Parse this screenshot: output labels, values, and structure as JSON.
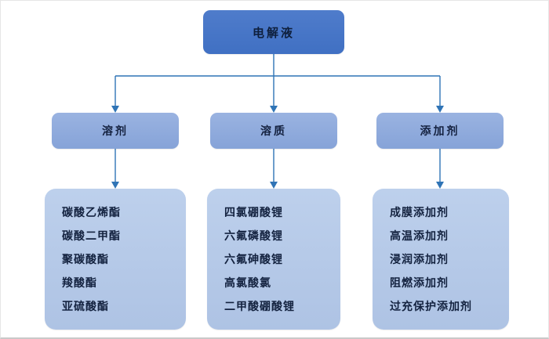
{
  "diagram": {
    "root": {
      "label": "电解液"
    },
    "branches": [
      {
        "label": "溶剂",
        "items": [
          "碳酸乙烯酯",
          "碳酸二甲酯",
          "聚碳酸酯",
          "羧酸酯",
          "亚硫酸酯"
        ]
      },
      {
        "label": "溶质",
        "items": [
          "四氯硼酸锂",
          "六氟磷酸锂",
          "六氟砷酸锂",
          "高氯酸氯",
          "二甲酸硼酸锂"
        ]
      },
      {
        "label": "添加剂",
        "items": [
          "成膜添加剂",
          "高温添加剂",
          "浸润添加剂",
          "阻燃添加剂",
          "过充保护添加剂"
        ]
      }
    ],
    "colors": {
      "root_fill": "#4472C4",
      "branch_fill": "#8FAADC",
      "leaf_fill": "#B4C7E7",
      "connector": "#2F74B6",
      "text": "#14213F"
    }
  }
}
